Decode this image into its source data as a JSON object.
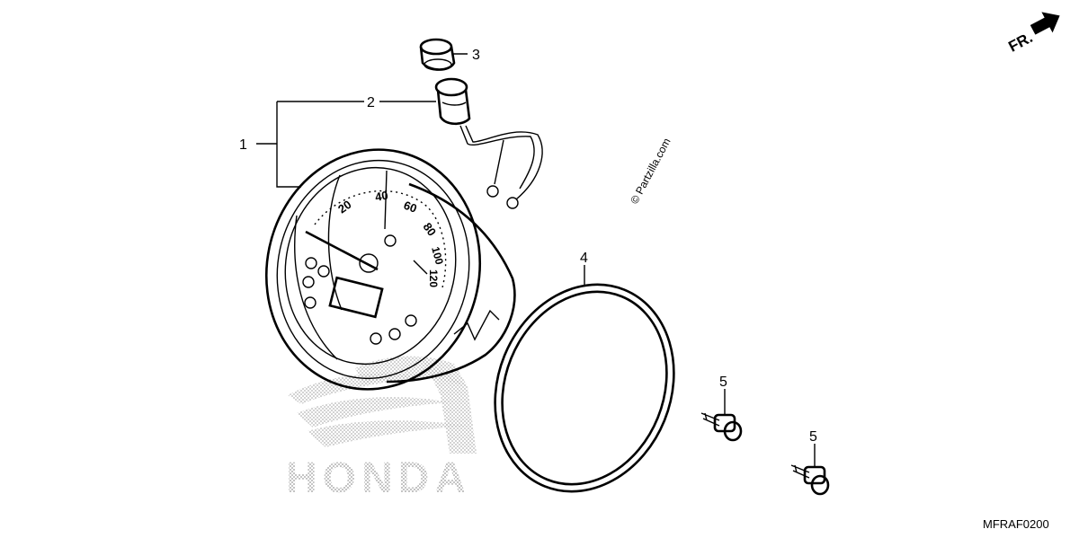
{
  "diagram": {
    "direction_label": "FR.",
    "watermark": "© Partzilla.com",
    "brand_watermark": "HONDA",
    "diagram_code": "MFRAF0200",
    "dial_numbers": [
      "20",
      "40",
      "60",
      "80",
      "100",
      "120"
    ],
    "callouts": [
      {
        "id": "1",
        "label": "1"
      },
      {
        "id": "2",
        "label": "2"
      },
      {
        "id": "3",
        "label": "3"
      },
      {
        "id": "4",
        "label": "4"
      },
      {
        "id": "5a",
        "label": "5"
      },
      {
        "id": "5b",
        "label": "5"
      }
    ]
  }
}
